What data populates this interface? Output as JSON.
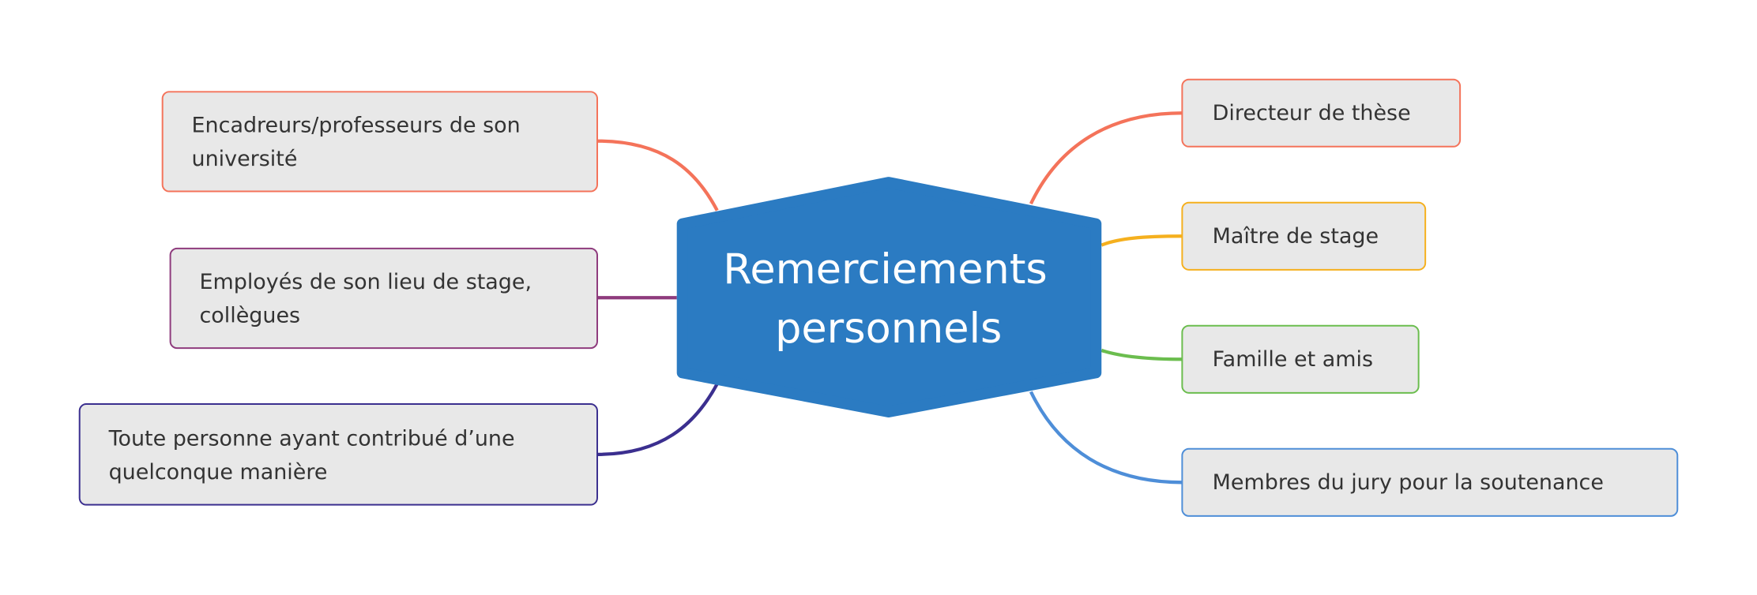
{
  "central_topic": {
    "line1": "Remerciements",
    "line2": "personnels",
    "color": "#2b7bc2"
  },
  "left_topics": [
    {
      "line1": "Encadreurs/professeurs de son",
      "line2": "université",
      "color": "#f4735a"
    },
    {
      "line1": "Employés de son lieu de stage,",
      "line2": "collègues",
      "color": "#8e3b7d"
    },
    {
      "line1": "Toute personne ayant contribué d’une",
      "line2": "quelconque manière",
      "color": "#3b2f8f"
    }
  ],
  "right_topics": [
    {
      "label": "Directeur de thèse",
      "color": "#f4735a"
    },
    {
      "label": "Maître de stage",
      "color": "#f5b01e"
    },
    {
      "label": "Famille et amis",
      "color": "#6bbd4e"
    },
    {
      "label": "Membres du jury pour la soutenance",
      "color": "#4e8ed8"
    }
  ]
}
